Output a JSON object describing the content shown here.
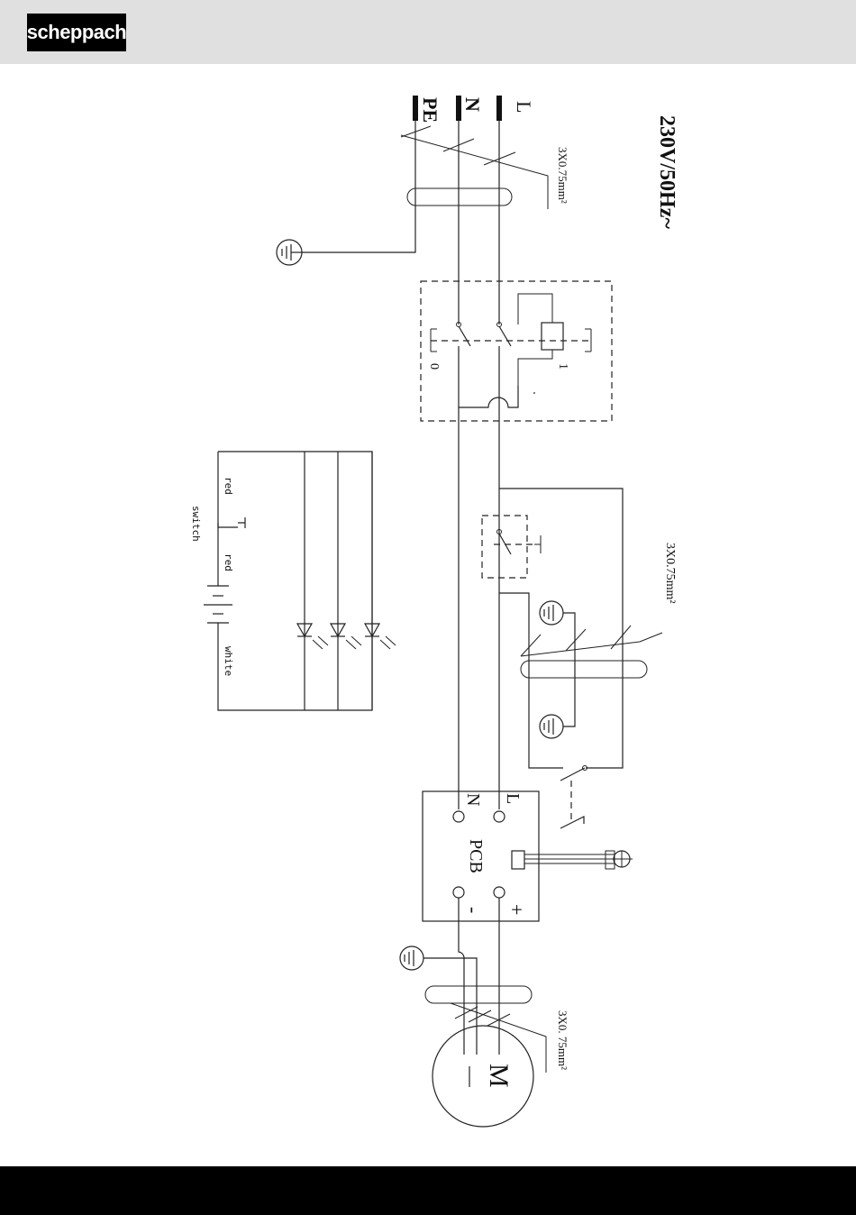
{
  "brand": {
    "logo_text": "scheppach",
    "header_color": "#e0e0e0",
    "logo_bg": "#000000",
    "footer_color": "#000000"
  },
  "diagram": {
    "voltage": "230V/50Hz~",
    "terminals": {
      "pe": "PE",
      "n": "N",
      "l": "L"
    },
    "cable_mains": "3X0.75mm²",
    "cable_led": "3X0.75mm²",
    "cable_motor": "3X0. 75mm²",
    "switch_off": "0",
    "switch_on": "1",
    "pcb": {
      "label": "PCB",
      "n": "N",
      "l": "L",
      "minus": "-",
      "plus": "+"
    },
    "motor": {
      "m": "M",
      "dash": "—"
    },
    "led_panel": {
      "wire_red_1": "red",
      "wire_red_2": "red",
      "switch": "switch",
      "wire_white": "white"
    }
  }
}
